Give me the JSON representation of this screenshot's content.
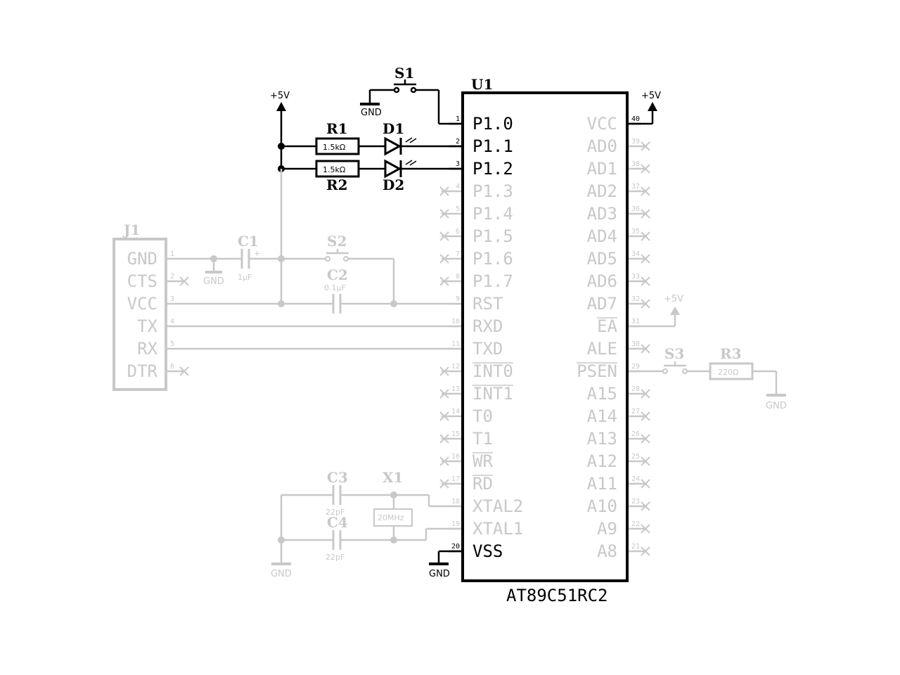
{
  "colors": {
    "active": "#000000",
    "dim": "#c8c8c8",
    "background": "#ffffff"
  },
  "u1": {
    "ref": "U1",
    "part": "AT89C51RC2",
    "left_pins": [
      {
        "num": "1",
        "name": "P1.0",
        "active": true
      },
      {
        "num": "2",
        "name": "P1.1",
        "active": true
      },
      {
        "num": "3",
        "name": "P1.2",
        "active": true
      },
      {
        "num": "4",
        "name": "P1.3",
        "active": false,
        "nc": true
      },
      {
        "num": "5",
        "name": "P1.4",
        "active": false,
        "nc": true
      },
      {
        "num": "6",
        "name": "P1.5",
        "active": false,
        "nc": true
      },
      {
        "num": "7",
        "name": "P1.6",
        "active": false,
        "nc": true
      },
      {
        "num": "8",
        "name": "P1.7",
        "active": false,
        "nc": true
      },
      {
        "num": "9",
        "name": "RST",
        "active": false
      },
      {
        "num": "10",
        "name": "RXD",
        "active": false
      },
      {
        "num": "11",
        "name": "TXD",
        "active": false
      },
      {
        "num": "12",
        "name": "INT0",
        "active": false,
        "nc": true,
        "overline": true
      },
      {
        "num": "13",
        "name": "INT1",
        "active": false,
        "nc": true,
        "overline": true
      },
      {
        "num": "14",
        "name": "T0",
        "active": false,
        "nc": true
      },
      {
        "num": "15",
        "name": "T1",
        "active": false,
        "nc": true
      },
      {
        "num": "16",
        "name": "WR",
        "active": false,
        "nc": true,
        "overline": true
      },
      {
        "num": "17",
        "name": "RD",
        "active": false,
        "nc": true,
        "overline": true
      },
      {
        "num": "18",
        "name": "XTAL2",
        "active": false
      },
      {
        "num": "19",
        "name": "XTAL1",
        "active": false
      },
      {
        "num": "20",
        "name": "VSS",
        "active": true
      }
    ],
    "right_pins": [
      {
        "num": "40",
        "name": "VCC",
        "active": false,
        "pin_active": true
      },
      {
        "num": "39",
        "name": "AD0",
        "active": false,
        "nc": true
      },
      {
        "num": "38",
        "name": "AD1",
        "active": false,
        "nc": true
      },
      {
        "num": "37",
        "name": "AD2",
        "active": false,
        "nc": true
      },
      {
        "num": "36",
        "name": "AD3",
        "active": false,
        "nc": true
      },
      {
        "num": "35",
        "name": "AD4",
        "active": false,
        "nc": true
      },
      {
        "num": "34",
        "name": "AD5",
        "active": false,
        "nc": true
      },
      {
        "num": "33",
        "name": "AD6",
        "active": false,
        "nc": true
      },
      {
        "num": "32",
        "name": "AD7",
        "active": false,
        "nc": true
      },
      {
        "num": "31",
        "name": "EA",
        "active": false,
        "overline": true
      },
      {
        "num": "30",
        "name": "ALE",
        "active": false,
        "nc": true
      },
      {
        "num": "29",
        "name": "PSEN",
        "active": false,
        "overline": true
      },
      {
        "num": "28",
        "name": "A15",
        "active": false,
        "nc": true
      },
      {
        "num": "27",
        "name": "A14",
        "active": false,
        "nc": true
      },
      {
        "num": "26",
        "name": "A13",
        "active": false,
        "nc": true
      },
      {
        "num": "25",
        "name": "A12",
        "active": false,
        "nc": true
      },
      {
        "num": "24",
        "name": "A11",
        "active": false,
        "nc": true
      },
      {
        "num": "23",
        "name": "A10",
        "active": false,
        "nc": true
      },
      {
        "num": "22",
        "name": "A9",
        "active": false,
        "nc": true
      },
      {
        "num": "21",
        "name": "A8",
        "active": false,
        "nc": true
      }
    ]
  },
  "j1": {
    "ref": "J1",
    "pins": [
      {
        "num": "1",
        "name": "GND"
      },
      {
        "num": "2",
        "name": "CTS",
        "nc": true
      },
      {
        "num": "3",
        "name": "VCC"
      },
      {
        "num": "4",
        "name": "TX"
      },
      {
        "num": "5",
        "name": "RX"
      },
      {
        "num": "6",
        "name": "DTR",
        "nc": true
      }
    ]
  },
  "components": {
    "r1": {
      "ref": "R1",
      "value": "1.5kΩ"
    },
    "r2": {
      "ref": "R2",
      "value": "1.5kΩ"
    },
    "r3": {
      "ref": "R3",
      "value": "220Ω"
    },
    "d1": {
      "ref": "D1"
    },
    "d2": {
      "ref": "D2"
    },
    "s1": {
      "ref": "S1"
    },
    "s2": {
      "ref": "S2"
    },
    "s3": {
      "ref": "S3"
    },
    "c1": {
      "ref": "C1",
      "value": "1µF"
    },
    "c2": {
      "ref": "C2",
      "value": "0.1µF"
    },
    "c3": {
      "ref": "C3",
      "value": "22pF"
    },
    "c4": {
      "ref": "C4",
      "value": "22pF"
    },
    "x1": {
      "ref": "X1",
      "value": "20MHz"
    }
  },
  "power": {
    "vcc_label": "+5V",
    "gnd_label": "GND"
  }
}
